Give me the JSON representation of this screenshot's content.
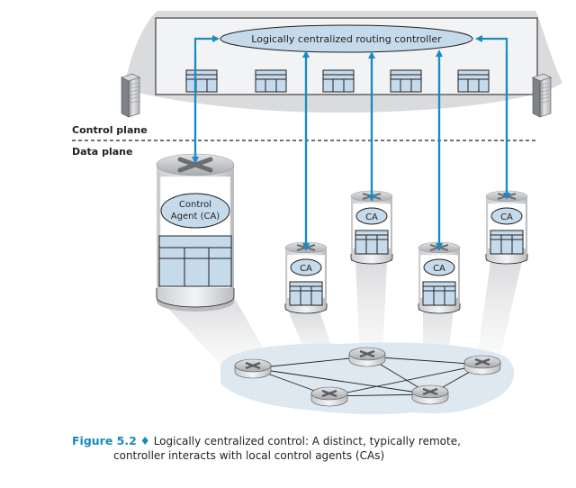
{
  "controller": {
    "label": "Logically centralized routing controller"
  },
  "planes": {
    "control_label": "Control plane",
    "data_label": "Data plane"
  },
  "big_router": {
    "agent_line1": "Control",
    "agent_line2": "Agent (CA)"
  },
  "small_routers": [
    {
      "label": "CA"
    },
    {
      "label": "CA"
    },
    {
      "label": "CA"
    },
    {
      "label": "CA"
    }
  ],
  "caption": {
    "figure_number": "Figure 5.2",
    "bullet": "♦",
    "line1": "Logically centralized control: A distinct, typically remote,",
    "line2": "controller interacts with local control agents (CAs)"
  },
  "colors": {
    "arrow": "#1a8bc4",
    "ellipse_fill": "#c5dbeb",
    "table_fill": "#c5dbeb",
    "panel_fill": "#f2f3f5",
    "backdrop": "#dadbdd",
    "cloud": "#dde8f1",
    "caption_accent": "#1a8bb9"
  }
}
